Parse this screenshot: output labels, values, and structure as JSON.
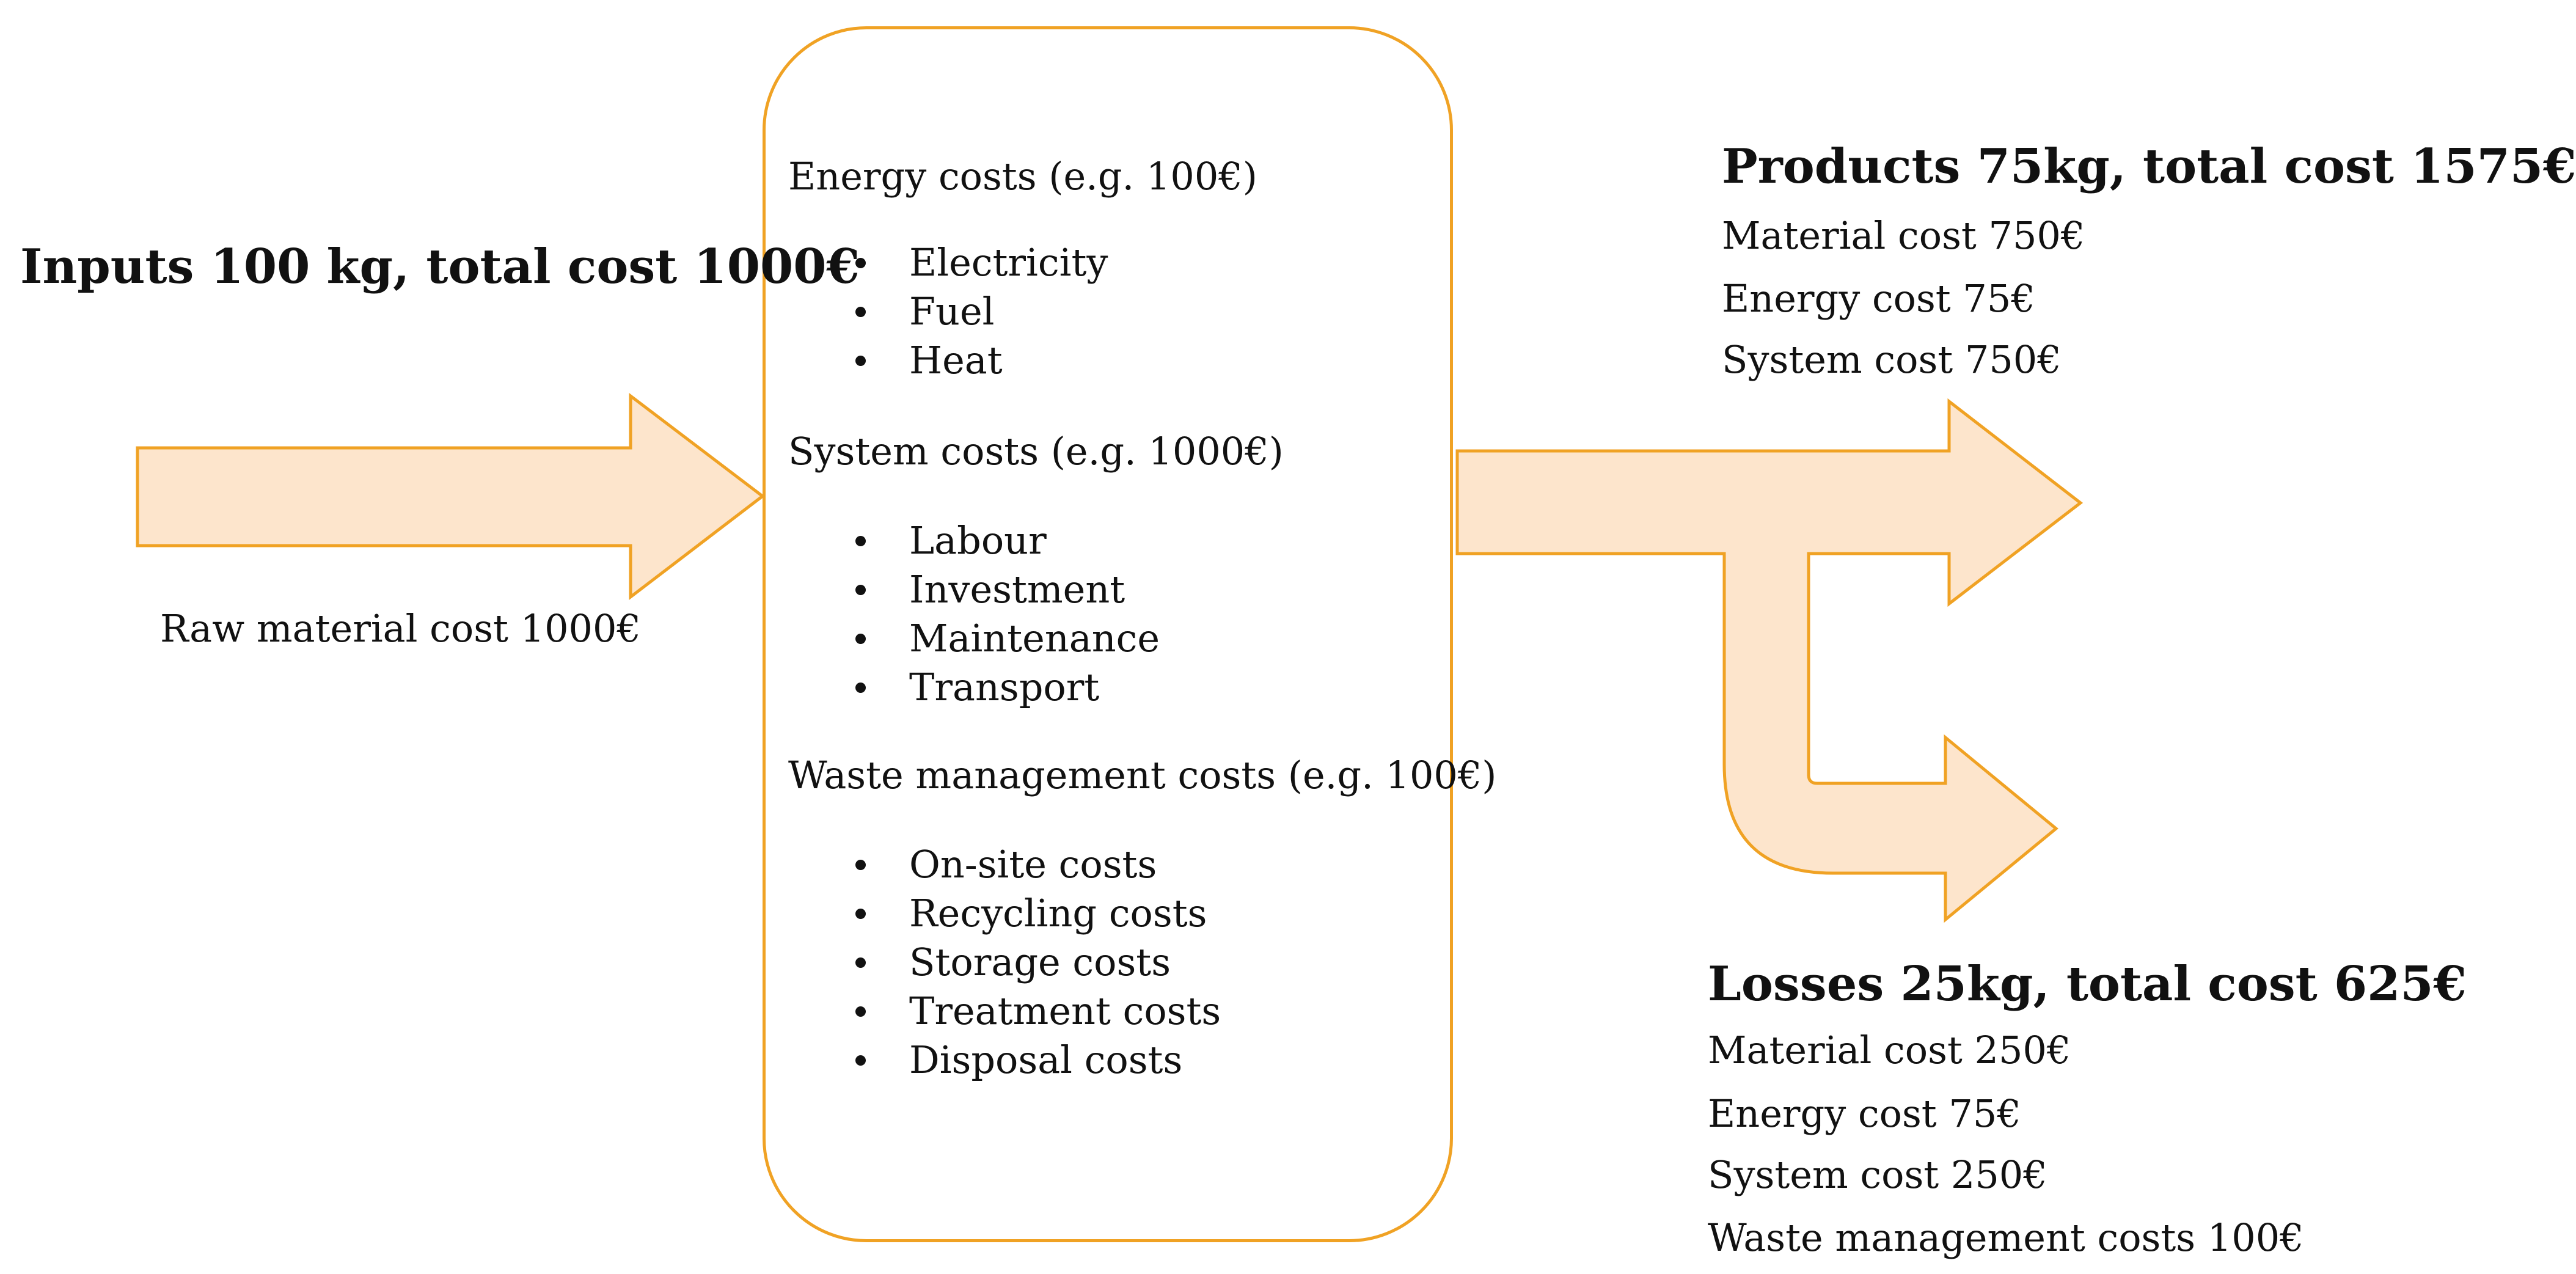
{
  "inputs": {
    "heading": "Inputs 100 kg, total cost 1000€",
    "detail": "Raw material cost 1000€"
  },
  "process_box": {
    "sections": [
      {
        "title": "Energy costs (e.g. 100€)",
        "items": [
          "Electricity",
          "Fuel",
          "Heat"
        ]
      },
      {
        "title": "System costs (e.g. 1000€)",
        "items": [
          "Labour",
          "Investment",
          "Maintenance",
          "Transport"
        ]
      },
      {
        "title": "Waste management costs (e.g. 100€)",
        "items": [
          "On-site costs",
          "Recycling costs",
          "Storage costs",
          "Treatment costs",
          "Disposal costs"
        ]
      }
    ]
  },
  "products": {
    "heading": "Products 75kg, total cost 1575€",
    "details": [
      "Material cost 750€",
      "Energy cost 75€",
      "System cost 750€"
    ]
  },
  "losses": {
    "heading": "Losses 25kg, total cost 625€",
    "details": [
      "Material cost 250€",
      "Energy cost 75€",
      "System cost 250€",
      "Waste management costs 100€"
    ]
  },
  "colors": {
    "arrow_fill": "#fde5cc",
    "arrow_stroke": "#f0a224",
    "box_stroke": "#f0a224",
    "text": "#111111"
  }
}
